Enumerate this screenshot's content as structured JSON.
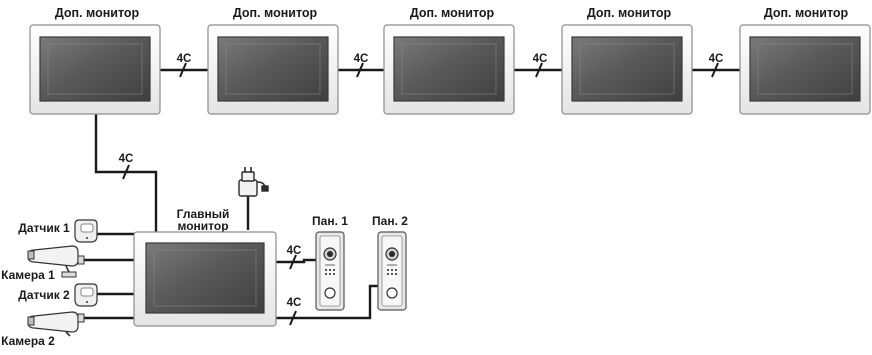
{
  "labels": {
    "aux_monitor": "Доп. монитор",
    "main_monitor_line1": "Главный",
    "main_monitor_line2": "монитор",
    "cable": "4С",
    "panel_1": "Пан. 1",
    "panel_2": "Пан. 2",
    "sensor_1": "Датчик 1",
    "sensor_2": "Датчик 2",
    "camera_1": "Камера 1",
    "camera_2": "Камера 2"
  },
  "colors": {
    "wire": "#1a1a1a",
    "monitor_frame": "#ffffff",
    "monitor_border": "#8c8c8c",
    "screen": "#5e5e5e",
    "screen_border": "#3a3a3a",
    "device_body": "#e6e6e6"
  }
}
